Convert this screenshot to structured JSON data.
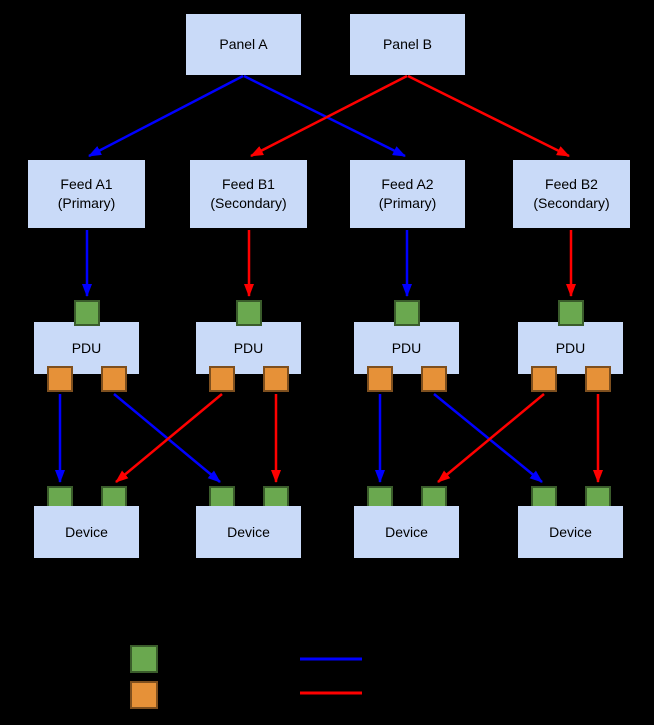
{
  "panels": [
    {
      "label": "Panel A"
    },
    {
      "label": "Panel B"
    }
  ],
  "feeds": [
    {
      "line1": "Feed A1",
      "line2": "(Primary)"
    },
    {
      "line1": "Feed B1",
      "line2": "(Secondary)"
    },
    {
      "line1": "Feed A2",
      "line2": "(Primary)"
    },
    {
      "line1": "Feed B2",
      "line2": "(Secondary)"
    }
  ],
  "pdus": [
    {
      "label": "PDU"
    },
    {
      "label": "PDU"
    },
    {
      "label": "PDU"
    },
    {
      "label": "PDU"
    }
  ],
  "devices": [
    {
      "label": "Device"
    },
    {
      "label": "Device"
    },
    {
      "label": "Device"
    },
    {
      "label": "Device"
    }
  ],
  "colors": {
    "background": "#000000",
    "box_fill": "#c9daf8",
    "input_green": "#6aa84f",
    "output_orange": "#e69138",
    "primary_blue": "#0000ff",
    "secondary_red": "#ff0000"
  }
}
